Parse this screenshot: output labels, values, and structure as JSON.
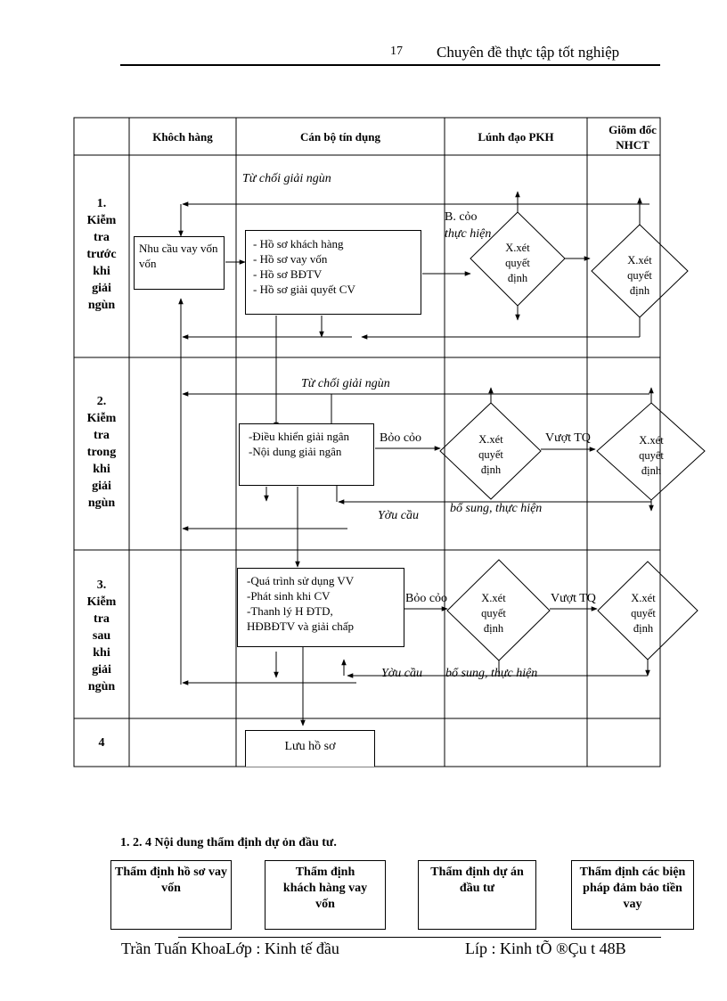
{
  "header": {
    "page_number": "17",
    "title": "Chuyên  đề thực tập tốt nghiệp"
  },
  "table": {
    "columns": [
      "Khôch hàng",
      "Cán bộ tín dụng",
      "Lúnh đạo PKH",
      "Giõm đốc NHCT"
    ],
    "rows": [
      {
        "lines": [
          "1.",
          "Kiễm",
          "tra",
          "trước",
          "khi",
          "giải",
          "ngùn"
        ]
      },
      {
        "lines": [
          "2.",
          "Kiễm",
          "tra",
          "trong",
          "khi",
          "giải",
          "ngùn"
        ]
      },
      {
        "lines": [
          "3.",
          "Kiễm",
          "tra",
          "sau",
          "khi",
          "giải",
          "ngùn"
        ]
      },
      {
        "lines": [
          "4"
        ]
      }
    ]
  },
  "flow": {
    "row1": {
      "reject_label": "Từ chối giải ngùn",
      "customer_box": "Nhu cầu vay vốn vốn",
      "officer_box": [
        "- Hồ sơ khách hàng",
        "- Hồ sơ vay vốn",
        "- Hồ sơ BĐTV",
        "- Hồ sơ giải  quyết CV"
      ],
      "report_label_1": "B. cỏo",
      "report_label_2": "thực hiện",
      "decision_pkh": [
        "X.xét",
        "quyết",
        "định"
      ],
      "decision_gd": [
        "X.xét",
        "quyết",
        "định"
      ]
    },
    "row2": {
      "reject_label": "Từ chối giải ngùn",
      "officer_box": [
        "-Điều khiển giải ngân",
        "-Nội dung  giải ngân"
      ],
      "report_label": "Bỏo cỏo",
      "exceed_label": "Vượt   TQ",
      "decision_pkh": [
        "X.xét",
        "quyết",
        "định"
      ],
      "decision_gd": [
        "X.xét",
        "quyết",
        "định"
      ],
      "request_label": "Yờu cầu",
      "supplement_label": "bổ sung, thực hiện"
    },
    "row3": {
      "officer_box": [
        "-Quá trình  sử dụng  VV",
        "-Phát sinh khi CV",
        "-Thanh lý  H ĐTD,",
        "HĐBĐTV  và giải  chấp"
      ],
      "report_label": "Bỏo  cỏo",
      "exceed_label": "Vượt  TQ",
      "decision_pkh": [
        "X.xét",
        "quyết",
        "định"
      ],
      "decision_gd": [
        "X.xét",
        "quyết",
        "định"
      ],
      "request_label": "Yờu cầu",
      "supplement_label": "bổ sung, thực hiện"
    },
    "row4": {
      "officer_box": "Lưu hồ sơ"
    }
  },
  "section": {
    "title": "1. 2. 4 Nội dung thẩm định dự ỏn đầu tư.",
    "boxes": [
      {
        "text": "Thẩm  định hồ sơ vay vốn"
      },
      {
        "text": "Thẩm  định khách  hàng vay vốn"
      },
      {
        "text": "Thẩm  định dự án đầu tư"
      },
      {
        "text": "Thẩm  định các biện pháp  đảm bảo tiền vay"
      }
    ]
  },
  "footer": {
    "left": "Trần Tuấn KhoaLớp : Kinh tế đầu",
    "right": "Líp : Kinh tÕ ®Çu t­ 48B"
  }
}
